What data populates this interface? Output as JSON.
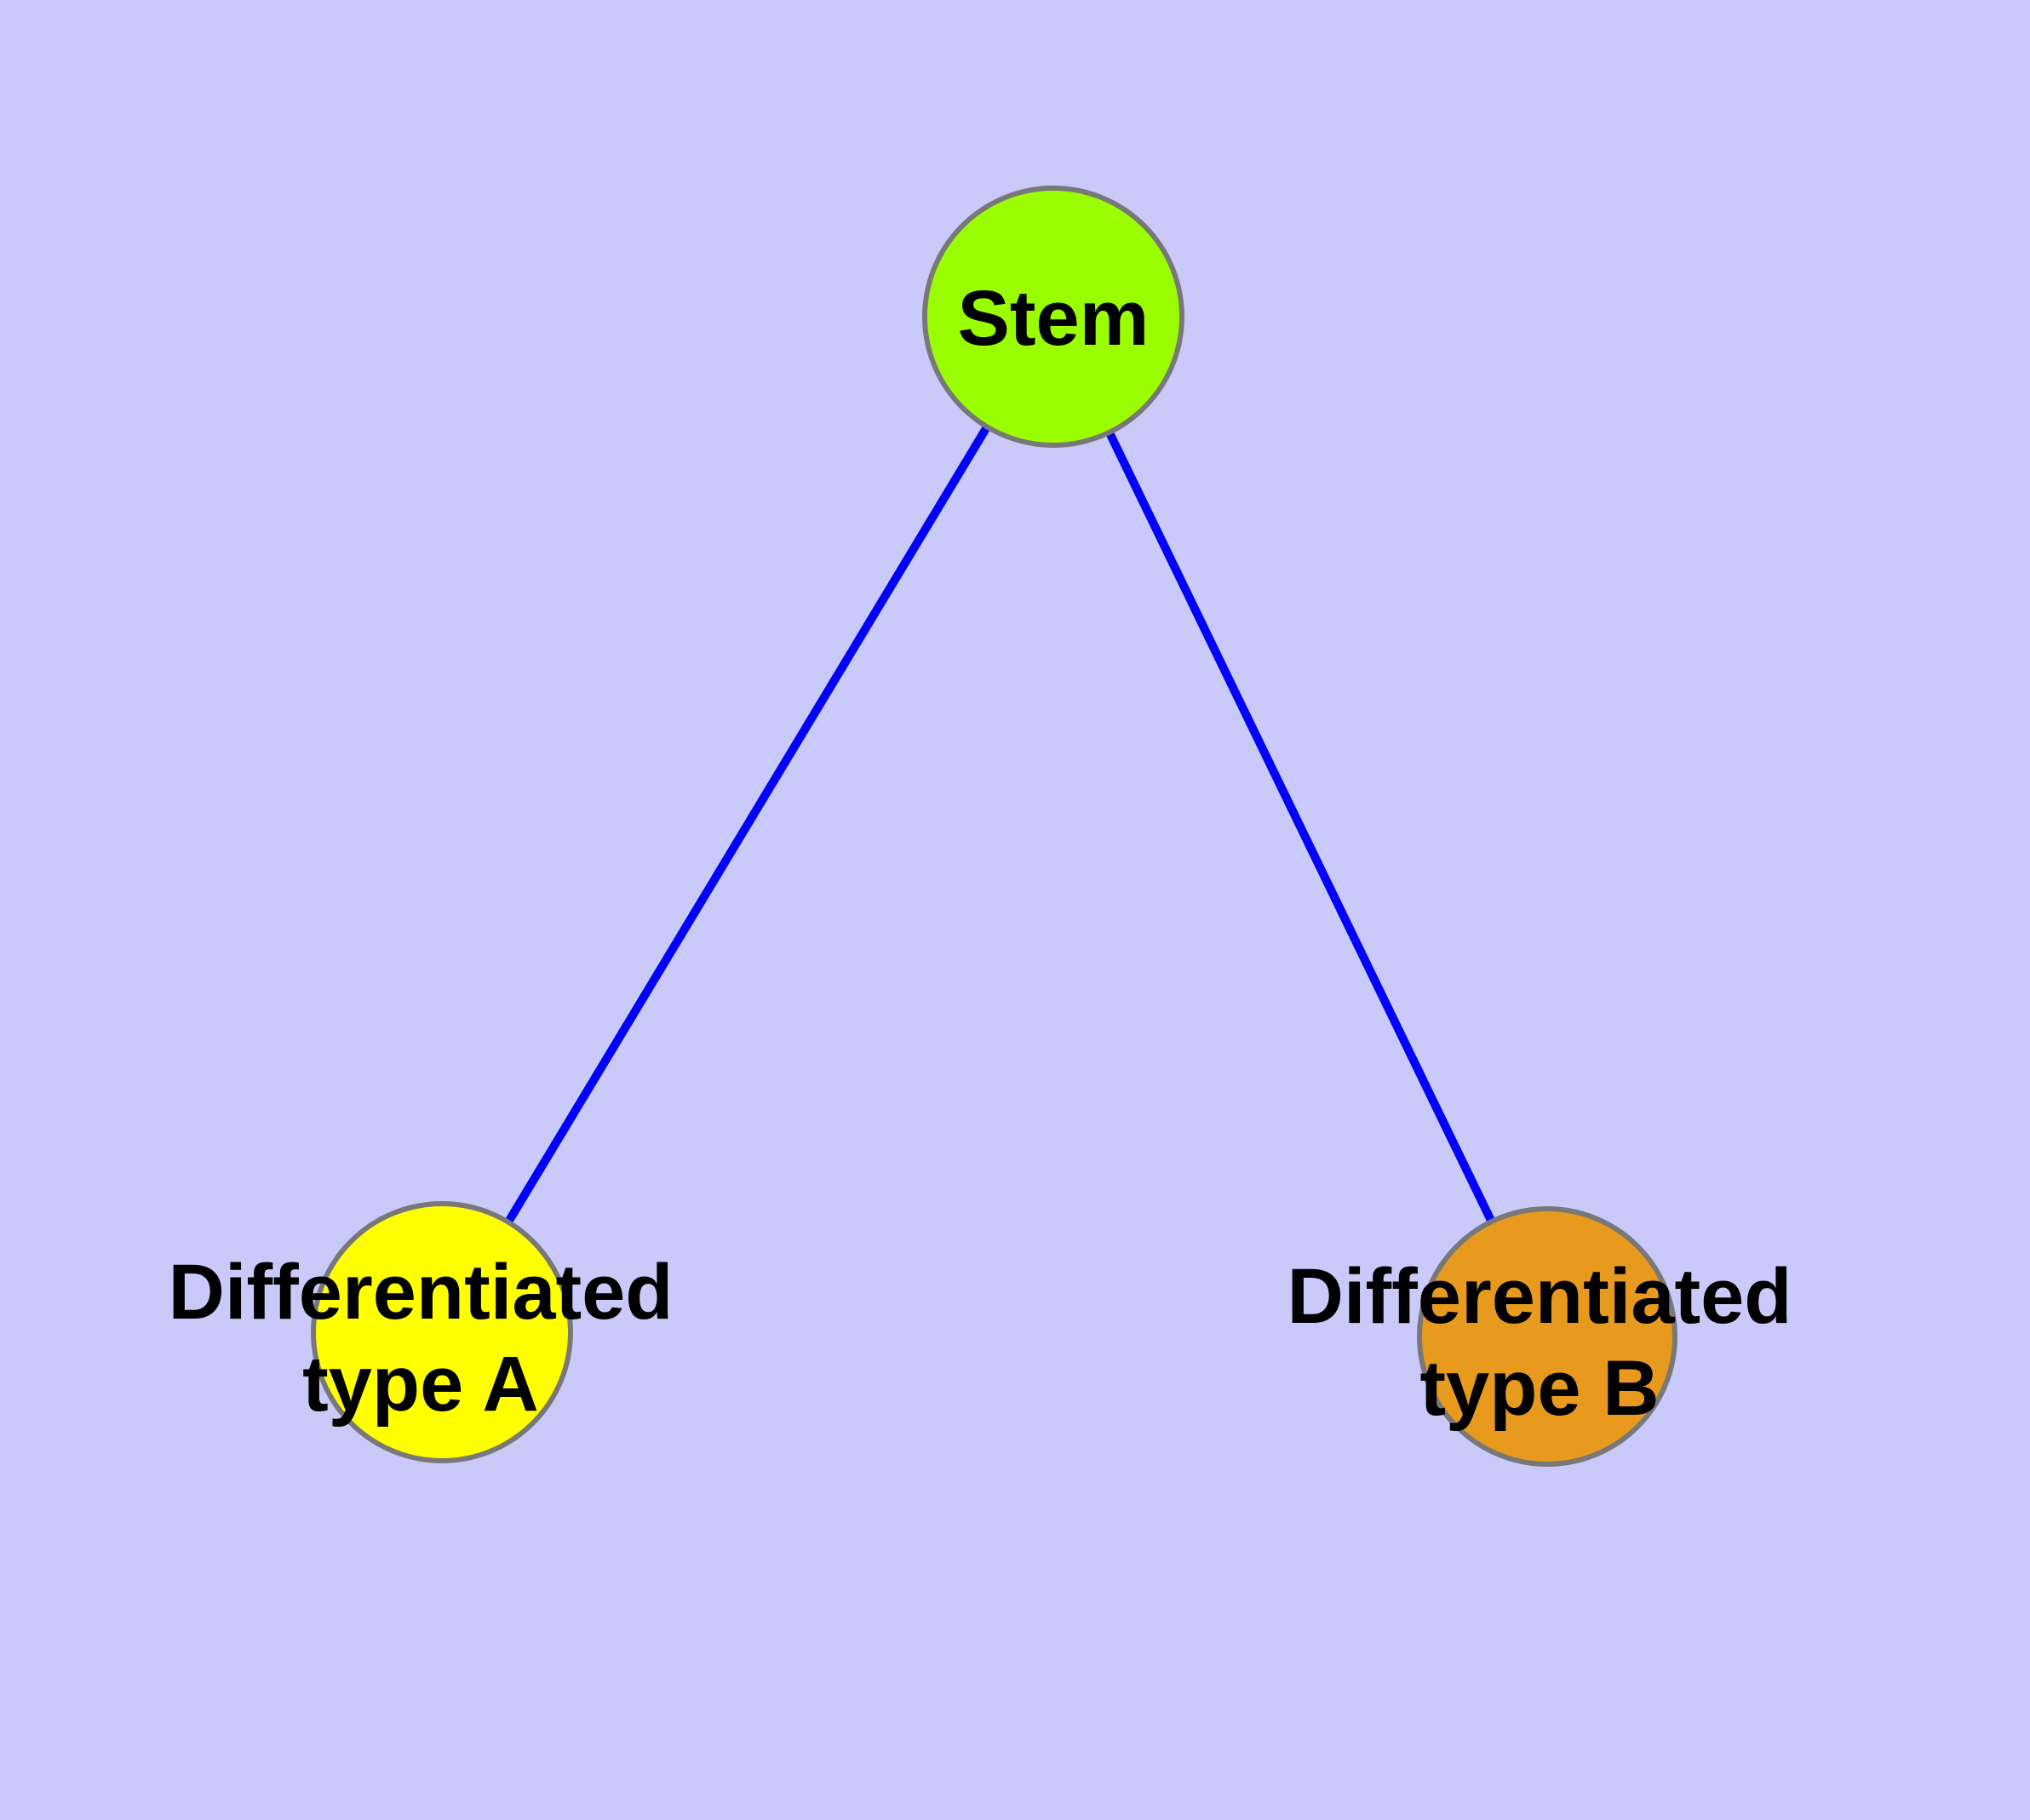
{
  "diagram": {
    "type": "node-link-graph",
    "background_color": "#CACAFA",
    "edge_color": "#0202FC",
    "node_border_color": "#787878",
    "text_color": "#000000",
    "nodes": {
      "stem": {
        "label": "Stem",
        "fill": "#9AFE00"
      },
      "type_a": {
        "label": "Differentiated type A",
        "line1": "Differentiated",
        "line2": "type A",
        "fill": "#FFFF00"
      },
      "type_b": {
        "label": "Differentiated type B",
        "line1": "Differentiated",
        "line2": "type B",
        "fill": "#E79A1D"
      }
    },
    "edges": [
      {
        "from": "Stem",
        "to": "Differentiated type A"
      },
      {
        "from": "Stem",
        "to": "Differentiated type B"
      }
    ]
  }
}
